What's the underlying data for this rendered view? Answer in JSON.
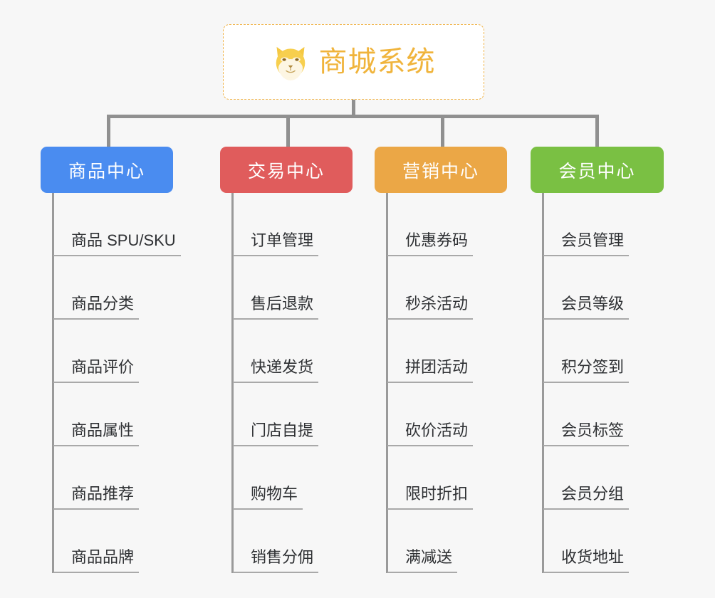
{
  "diagram": {
    "title": "商城系统",
    "root": {
      "label": "商城系统",
      "icon": "shiba-dog-face-icon",
      "text_color": "#f0b43c",
      "border_color": "#f0b44a",
      "background": "#ffffff"
    },
    "background_color": "#f7f7f7",
    "connector_color": "#909090",
    "leaf_text_color": "#2e3033",
    "leaf_rule_color": "#a9a9a9",
    "columns": [
      {
        "label": "商品中心",
        "color": "#4a8cf0",
        "items": [
          "商品 SPU/SKU",
          "商品分类",
          "商品评价",
          "商品属性",
          "商品推荐",
          "商品品牌"
        ]
      },
      {
        "label": "交易中心",
        "color": "#e05c5c",
        "items": [
          "订单管理",
          "售后退款",
          "快递发货",
          "门店自提",
          "购物车",
          "销售分佣"
        ]
      },
      {
        "label": "营销中心",
        "color": "#eba746",
        "items": [
          "优惠券码",
          "秒杀活动",
          "拼团活动",
          "砍价活动",
          "限时折扣",
          "满减送"
        ]
      },
      {
        "label": "会员中心",
        "color": "#7ac043",
        "items": [
          "会员管理",
          "会员等级",
          "积分签到",
          "会员标签",
          "会员分组",
          "收货地址"
        ]
      }
    ]
  }
}
